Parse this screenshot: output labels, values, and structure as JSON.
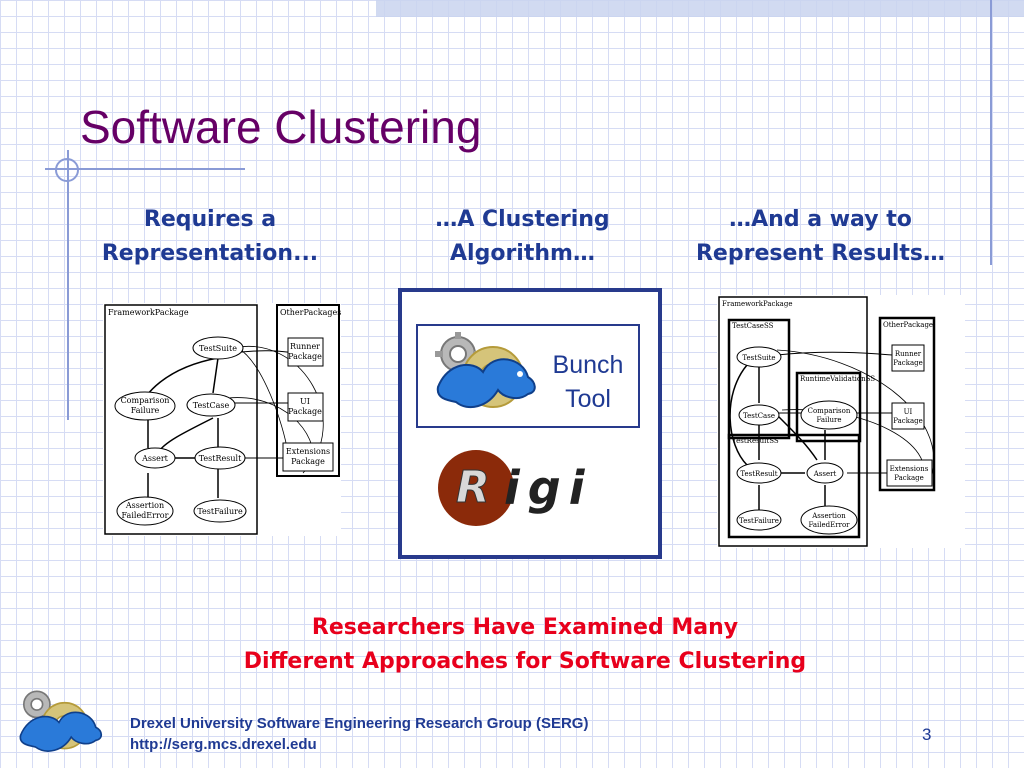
{
  "slide": {
    "title": "Software Clustering",
    "page_number": "3"
  },
  "headings": {
    "left_line1": "Requires a",
    "left_line2": "Representation...",
    "middle_line1": "…A Clustering",
    "middle_line2": "Algorithm…",
    "right_line1": "…And a way to",
    "right_line2": "Represent Results…"
  },
  "tools": {
    "bunch_line1": "Bunch",
    "bunch_line2": "Tool",
    "rigi_logo_text": "Rigi"
  },
  "callout": {
    "line1": "Researchers Have Examined Many",
    "line2": "Different Approaches for Software Clustering"
  },
  "footer": {
    "line1": "Drexel University Software Engineering Research Group (SERG)",
    "line2": "http://serg.mcs.drexel.edu"
  },
  "left_graph": {
    "package1": "FrameworkPackage",
    "package2": "OtherPackages",
    "nodes": {
      "testsuite": "TestSuite",
      "comparison_line1": "Comparison",
      "comparison_line2": "Failure",
      "testcase": "TestCase",
      "assert": "Assert",
      "testresult": "TestResult",
      "assertion_line1": "Assertion",
      "assertion_line2": "FailedError",
      "testfailure": "TestFailure",
      "runner_line1": "Runner",
      "runner_line2": "Package",
      "ui_line1": "UI",
      "ui_line2": "Package",
      "ext_line1": "Extensions",
      "ext_line2": "Package"
    }
  },
  "right_graph": {
    "package1": "FrameworkPackage",
    "package2": "OtherPackage",
    "subsystems": {
      "testcasess": "TestCaseSS",
      "runtimevalidation": "RuntimeValidationSS",
      "testresultss": "TestResultSS"
    },
    "nodes": {
      "testsuite": "TestSuite",
      "testcase": "TestCase",
      "comparison_line1": "Comparison",
      "comparison_line2": "Failure",
      "testresult": "TestResult",
      "assert": "Assert",
      "testfailure": "TestFailure",
      "assertion_line1": "Assertion",
      "assertion_line2": "FailedError",
      "runner_line1": "Runner",
      "runner_line2": "Package",
      "ui_line1": "UI",
      "ui_line2": "Package",
      "ext_line1": "Extensions",
      "ext_line2": "Package"
    }
  },
  "colors": {
    "title": "#660066",
    "heading": "#1f3a93",
    "callout": "#e8001c",
    "frame_border": "#283a8c",
    "rigi_circle": "#8b2a0a",
    "grid": "#d6dcf4"
  },
  "icons": {
    "dragon_logo": "dragon-gear-icon",
    "rigi_logo": "rigi-logo"
  }
}
